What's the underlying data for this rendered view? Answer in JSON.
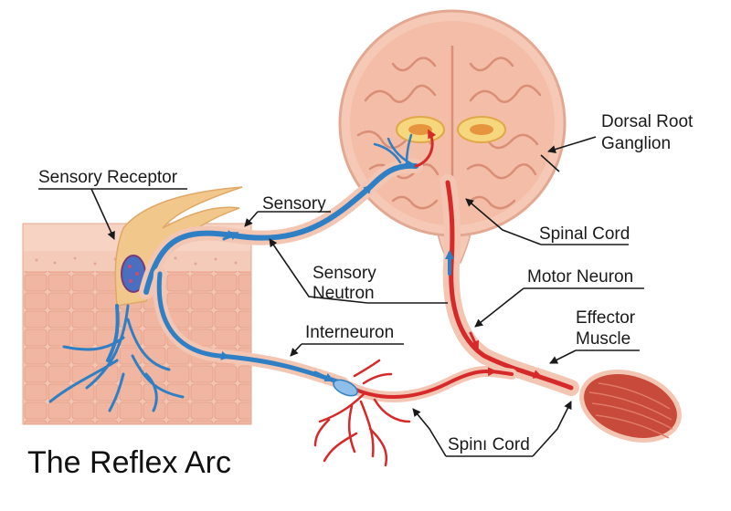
{
  "title": "The Reflex Arc",
  "labels": {
    "sensory_receptor": "Sensory Receptor",
    "sensory": "Sensory",
    "sensory_neutron_line1": "Sensory",
    "sensory_neutron_line2": "Neutron",
    "interneuron": "Interneuron",
    "dorsal_root_line1": "Dorsal Root",
    "dorsal_root_line2": "Ganglion",
    "spinal_cord": "Spinal Cord",
    "motor_neuron": "Motor Neuron",
    "effector_line1": "Effector",
    "effector_line2": "Muscle",
    "spini_cord": "Spinı Cord"
  },
  "colors": {
    "sensory_nerve": "#2f7fc4",
    "motor_nerve": "#d62a2a",
    "skin": "#f2c3b0",
    "cord_tissue": "#f6c9b6",
    "gray_matter": "#f3b58f",
    "muscle": "#c74a3a",
    "leader_line": "#1a1a1a"
  }
}
